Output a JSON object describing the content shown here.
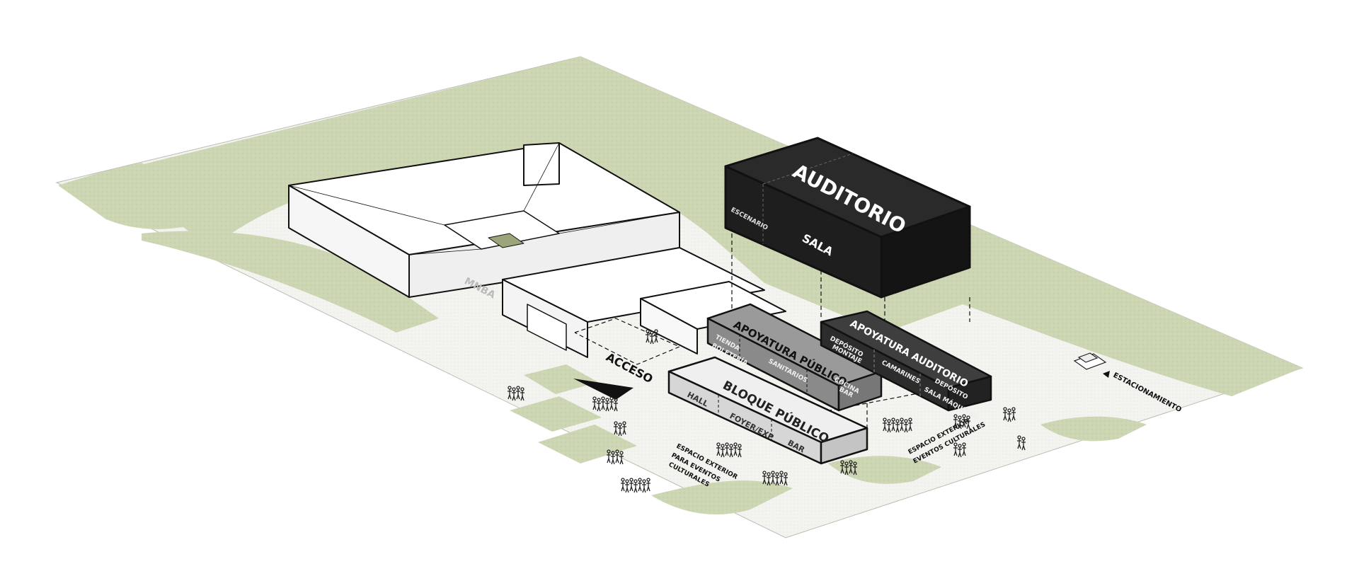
{
  "colors": {
    "lawn": "#cdd6b3",
    "ground": "#f2f2ee",
    "auditorio_fill": "#1e1e1e",
    "apoyatura_publico_fill": "#8c8c8c",
    "apoyatura_auditorio_fill": "#3a3a3a",
    "bloque_publico_fill": "#dcdcdc",
    "mnba_fill": "#ffffff",
    "outline": "#111111"
  },
  "buildings": {
    "mnba": {
      "label": "MNBA"
    },
    "auditorio": {
      "title": "AUDITORIO",
      "rooms": [
        "ESCENARIO",
        "SALA"
      ]
    },
    "apoyatura_publico": {
      "title": "APOYATURA PÚBLICO",
      "rooms": [
        "TIENDA",
        "BOLETERÍA",
        "SANITARIOS",
        "COCINA",
        "BAR"
      ]
    },
    "apoyatura_auditorio": {
      "title": "APOYATURA AUDITORIO",
      "rooms": [
        "DEPÓSITO",
        "MONTAJE",
        "CAMARINES",
        "DEPÓSITO",
        "SALA MÁQUINAS"
      ]
    },
    "bloque_publico": {
      "title": "BLOQUE PÚBLICO",
      "rooms": [
        "HALL",
        "FOYER/EXP",
        "BAR"
      ]
    }
  },
  "labels": {
    "acceso": "ACCESO",
    "estacionamiento": "ESTACIONAMIENTO",
    "exterior_left": [
      "ESPACIO EXTERIOR",
      "PARA EVENTOS",
      "CULTURALES"
    ],
    "exterior_right": [
      "ESPACIO EXTERIOR",
      "EVENTOS CULTURALES"
    ]
  },
  "icons": {
    "people": "people-silhouette-icon",
    "car": "car-icon",
    "arrow": "triangle-arrow-icon"
  }
}
